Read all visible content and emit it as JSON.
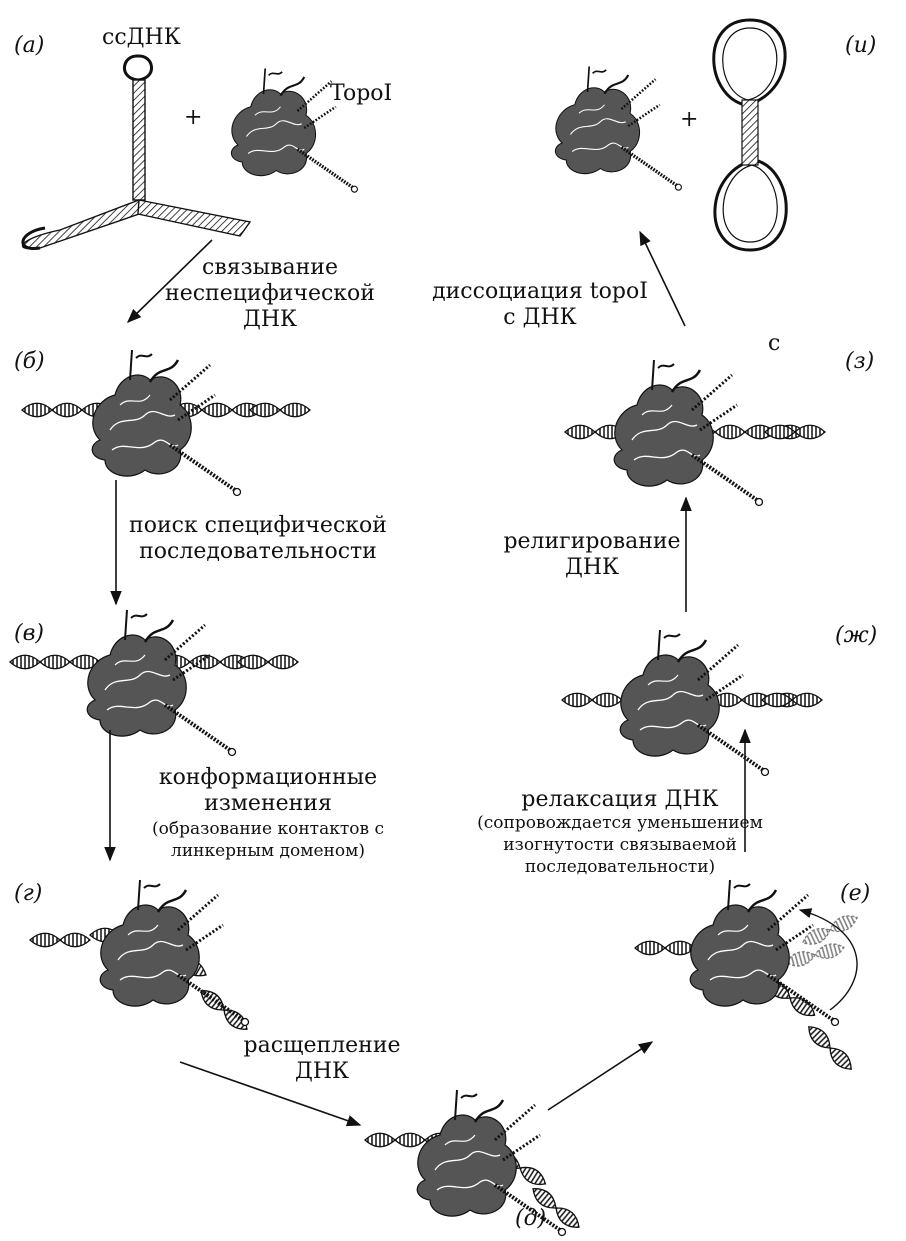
{
  "labels": {
    "a": "(а)",
    "b": "(б)",
    "v": "(в)",
    "g": "(г)",
    "d": "(д)",
    "e": "(е)",
    "zh": "(ж)",
    "z": "(з)",
    "i": "(и)"
  },
  "top": {
    "ssdna": "ссДНК",
    "topo": "TopoI",
    "plus_left": "+",
    "plus_right": "+",
    "stray_c": "с"
  },
  "steps": {
    "binding": [
      "связывание",
      "неспецифической",
      "ДНК"
    ],
    "search": [
      "поиск специфической",
      "последовательности"
    ],
    "conform": [
      "конформационные",
      "изменения"
    ],
    "conform_note": [
      "(образование контактов с",
      "линкерным доменом)"
    ],
    "cleavage": [
      "расщепление",
      "ДНК"
    ],
    "relax": [
      "релаксация ДНК"
    ],
    "relax_note": [
      "(сопровождается уменьшением",
      "изогнутости связываемой",
      "последовательности)"
    ],
    "religation": [
      "религирование",
      "ДНК"
    ],
    "dissociation": [
      "диссоциация topoI",
      "с ДНК"
    ]
  }
}
